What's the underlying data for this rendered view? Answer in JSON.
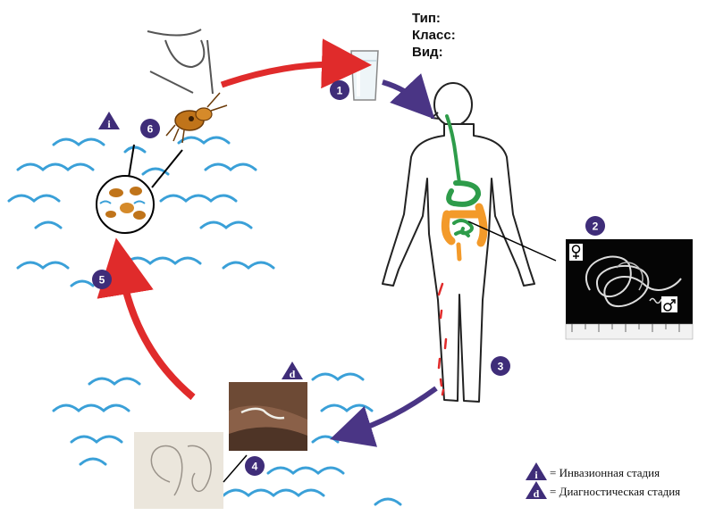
{
  "header": {
    "type_label": "Тип:",
    "class_label": "Класс:",
    "species_label": "Вид:"
  },
  "steps": [
    "1",
    "2",
    "3",
    "4",
    "5",
    "6"
  ],
  "badges": {
    "infective_letter": "i",
    "diagnostic_letter": "d"
  },
  "legend": {
    "infective": "= Инвазионная стадия",
    "diagnostic": "= Диагностическая стадия"
  },
  "colors": {
    "red_arrow": "#e02b2b",
    "purple_arrow": "#4a3585",
    "badge": "#3f2d79",
    "water": "#3aa0d8",
    "intestine_green": "#2e9c4a",
    "intestine_orange": "#f39a2a"
  }
}
